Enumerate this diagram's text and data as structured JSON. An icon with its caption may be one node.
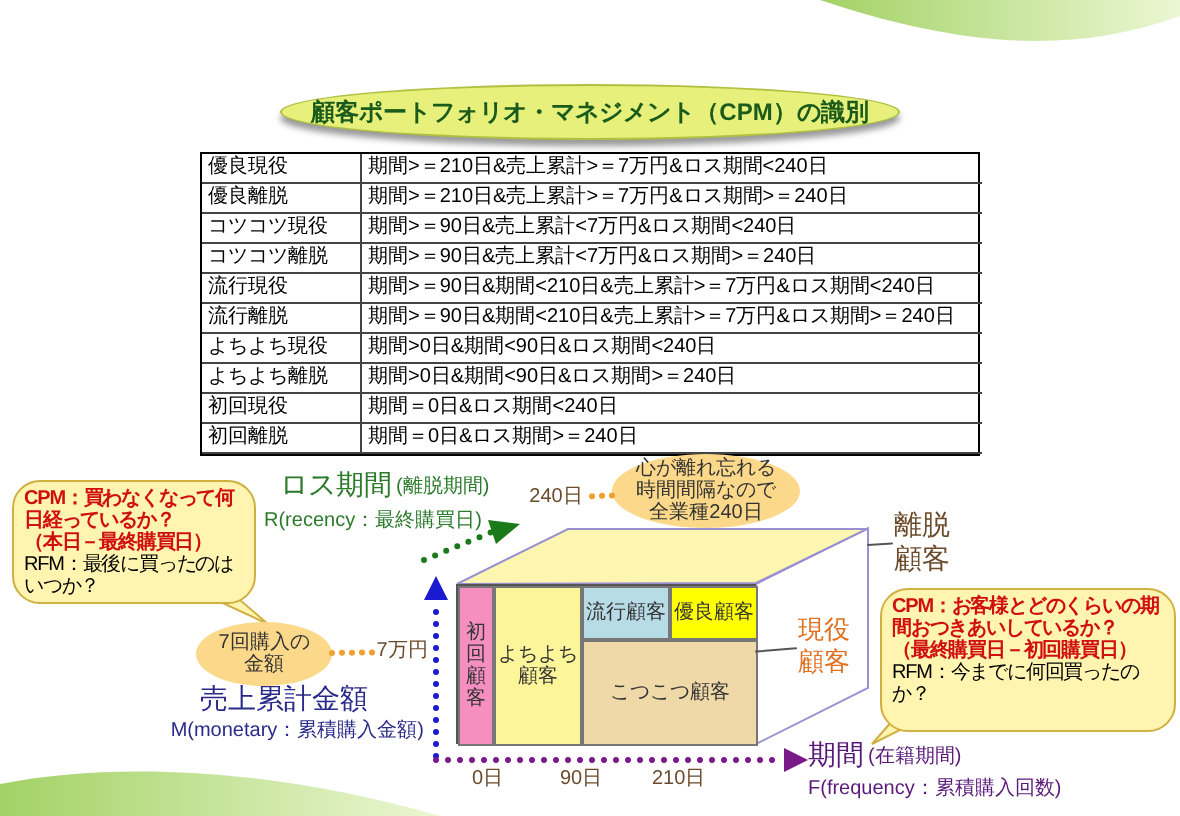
{
  "diagram": {
    "title": "顧客ポートフォリオ・マネジメント（CPM）の識別",
    "nodes": [
      {
        "text": [
          "CPM：買わなくなって何日経っているか？",
          "（本日－最終購買日）",
          "RFM：最後に買ったのはいつか？"
        ]
      },
      {
        "text": [
          "心が離れ忘れる時間間隔なので全業種240日"
        ]
      },
      {
        "text": [
          "240日"
        ]
      },
      {
        "text": [
          "7回購入の金額"
        ]
      },
      {
        "text": [
          "7万円"
        ]
      },
      {
        "text": [],
        "shape": "box"
      },
      {
        "text": [],
        "shape": "box"
      },
      {
        "text": [
          "初回顧客"
        ],
        "in": 6
      },
      {
        "text": [
          "よちよち顧客"
        ],
        "in": 6
      },
      {
        "text": [
          "流行顧客"
        ],
        "in": 6
      },
      {
        "text": [
          "優良顧客"
        ],
        "in": 6
      },
      {
        "text": [
          "こつこつ顧客"
        ],
        "in": 6
      },
      {
        "text": [
          "現役顧客"
        ]
      },
      {
        "text": [
          "離脱顧客"
        ]
      },
      {
        "text": [
          "CPM：お客様とどのくらいの期間おつきあいしているか？",
          "（最終購買日－初回購買日）",
          "RFM：今までに何回買ったのか？"
        ]
      }
    ],
    "edges": [
      {
        "from": 1,
        "to": 2,
        "arrow": "none",
        "style": "dashed",
        "color": "#f0a030"
      },
      {
        "from": 3,
        "to": 4,
        "arrow": "none",
        "style": "dashed",
        "color": "#f0a030"
      },
      {
        "from": 12,
        "to": 6,
        "arrow": "none",
        "color": "#555555"
      },
      {
        "from": 13,
        "to": 5,
        "arrow": "none",
        "color": "#555555"
      }
    ],
    "labels": [
      "優良現役",
      "期間>＝210日&売上累計>＝7万円&ロス期間<240日",
      "優良離脱",
      "期間>＝210日&売上累計>＝7万円&ロス期間>＝240日",
      "コツコツ現役",
      "期間>＝90日&売上累計<7万円&ロス期間<240日",
      "コツコツ離脱",
      "期間>＝90日&売上累計<7万円&ロス期間>＝240日",
      "流行現役",
      "期間>＝90日&期間<210日&売上累計>＝7万円&ロス期間<240日",
      "流行離脱",
      "期間>＝90日&期間<210日&売上累計>＝7万円&ロス期間>＝240日",
      "よちよち現役",
      "期間>0日&期間<90日&ロス期間<240日",
      "よちよち離脱",
      "期間>0日&期間<90日&ロス期間>＝240日",
      "初回現役",
      "期間＝0日&ロス期間<240日",
      "初回離脱",
      "期間＝0日&ロス期間>＝240日",
      "ロス期間",
      "(離脱期間)",
      "R(recency：最終購買日)",
      "売上累計金額",
      "M(monetary：累積購入金額)",
      "0日",
      "90日",
      "210日",
      "期間",
      "(在籍期間)",
      "F(frequency：累積購入回数)"
    ]
  }
}
